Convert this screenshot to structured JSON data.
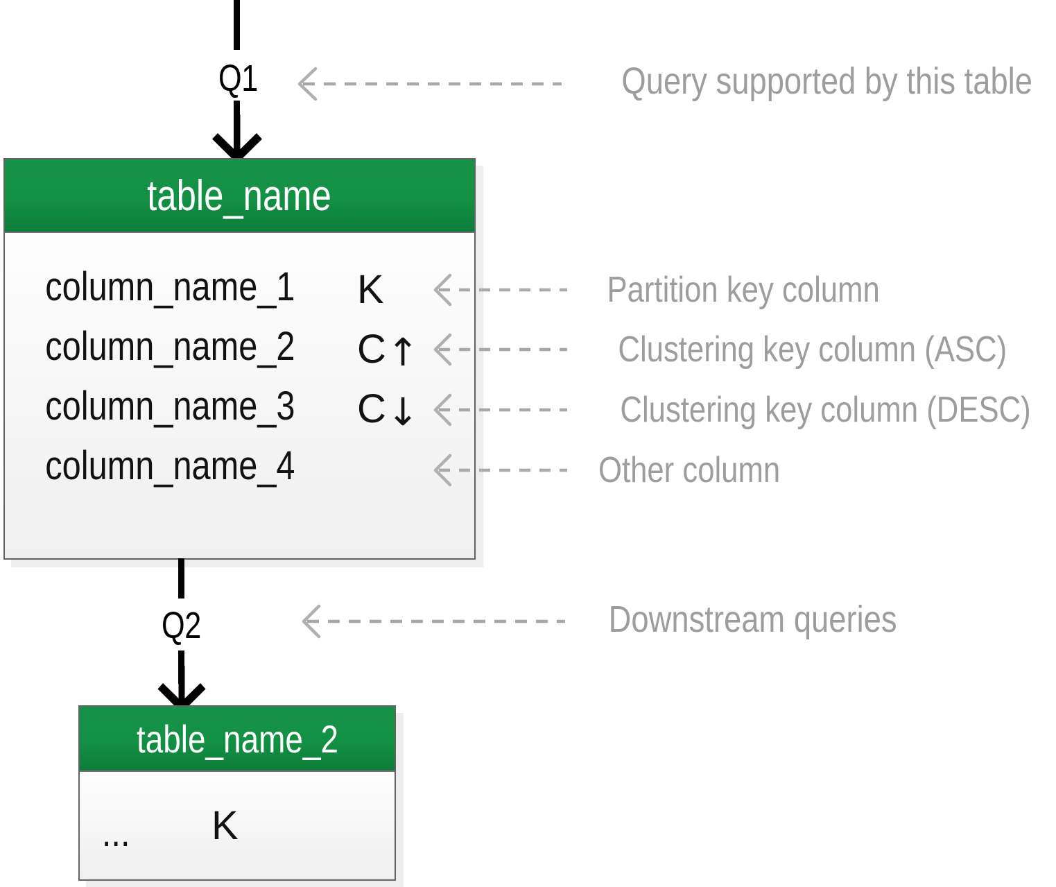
{
  "diagram": {
    "title": "Cassandra table / chebotko diagram legend",
    "colors": {
      "header_green": "#129043",
      "annotation_gray": "#9d9d9d",
      "border_gray": "#636363",
      "shadow_gray": "#ededed",
      "text_black": "#121212"
    }
  },
  "queries": {
    "incoming": {
      "label": "Q1"
    },
    "outgoing": {
      "label": "Q2"
    }
  },
  "tables": [
    {
      "name": "table_name",
      "columns": [
        {
          "name": "column_name_1",
          "key": "K",
          "key_arrow": ""
        },
        {
          "name": "column_name_2",
          "key": "C",
          "key_arrow": "↑"
        },
        {
          "name": "column_name_3",
          "key": "C",
          "key_arrow": "↓"
        },
        {
          "name": "column_name_4",
          "key": "",
          "key_arrow": ""
        }
      ]
    },
    {
      "name": "table_name_2",
      "columns": [
        {
          "name": "...",
          "key": "K",
          "key_arrow": ""
        }
      ]
    }
  ],
  "annotations": [
    {
      "id": "query-supported",
      "text": "Query supported by this table"
    },
    {
      "id": "partition-key",
      "text": "Partition key column"
    },
    {
      "id": "clustering-asc",
      "text": "Clustering key column (ASC)"
    },
    {
      "id": "clustering-desc",
      "text": "Clustering key column (DESC)"
    },
    {
      "id": "other-column",
      "text": "Other column"
    },
    {
      "id": "downstream-queries",
      "text": "Downstream queries"
    }
  ]
}
